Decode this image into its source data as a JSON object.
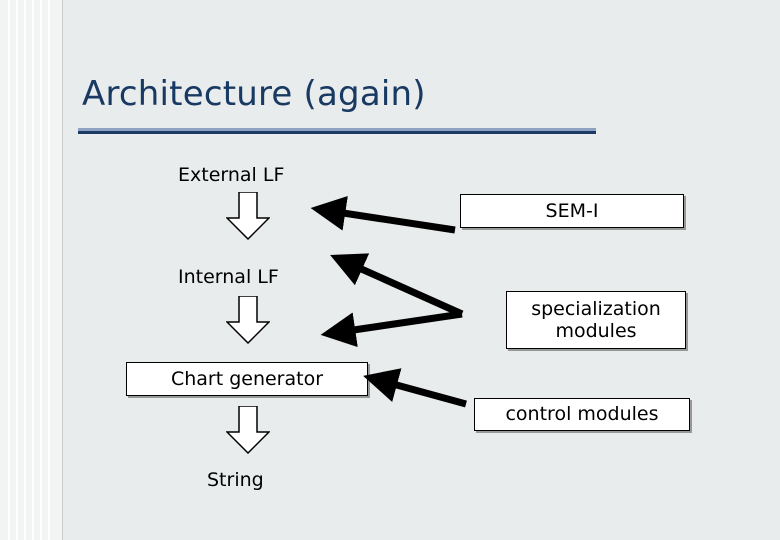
{
  "slide": {
    "title": "Architecture (again)",
    "background_color": "#e9ecec",
    "title_color": "#173962",
    "rule_colors": [
      "#8fa3c0",
      "#1b3a66"
    ]
  },
  "plain_labels": [
    {
      "id": "external-lf",
      "text": "External LF"
    },
    {
      "id": "internal-lf",
      "text": "Internal LF"
    },
    {
      "id": "string",
      "text": "String"
    }
  ],
  "boxes": [
    {
      "id": "sem-i",
      "text": "SEM-I"
    },
    {
      "id": "specialization-modules",
      "text": "specialization modules"
    },
    {
      "id": "chart-generator",
      "text": "Chart generator"
    },
    {
      "id": "control-modules",
      "text": "control modules"
    }
  ],
  "down_arrows": [
    {
      "id": "arrow-external-to-internal"
    },
    {
      "id": "arrow-internal-to-chart"
    },
    {
      "id": "arrow-chart-to-string"
    }
  ],
  "diagonal_arrows": [
    {
      "id": "arrow-sem-i-to-external"
    },
    {
      "id": "arrow-specialization-to-internal"
    },
    {
      "id": "arrow-specialization-to-lower"
    },
    {
      "id": "arrow-control-to-chart"
    }
  ]
}
